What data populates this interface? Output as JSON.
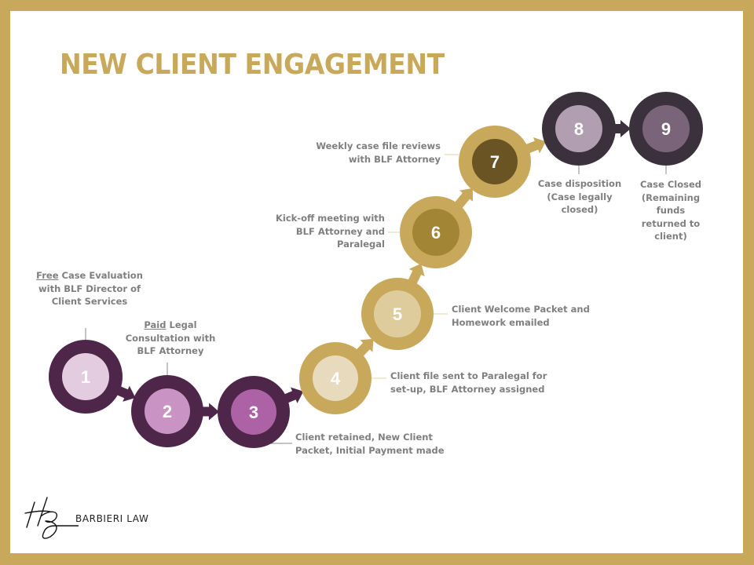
{
  "title": "NEW CLIENT ENGAGEMENT",
  "colors": {
    "frame": "#c8a85a",
    "title": "#c8a85a",
    "label_text": "#7f7f7f",
    "connector_line": "#c9c9c9"
  },
  "steps": [
    {
      "number": "1",
      "ring": "#4d2649",
      "fill": "#e3cbe0",
      "label_underline": "Free",
      "label_rest": " Case Evaluation with BLF Director of Client Services"
    },
    {
      "number": "2",
      "ring": "#4d2649",
      "fill": "#c993c3",
      "label_underline": "Paid",
      "label_rest": " Legal Consultation with BLF Attorney"
    },
    {
      "number": "3",
      "ring": "#4d2649",
      "fill": "#ad62a5",
      "label": "Client retained, New Client Packet, Initial Payment made"
    },
    {
      "number": "4",
      "ring": "#c8a85a",
      "fill": "#e8dbbd",
      "label": "Client file sent to Paralegal for set-up, BLF Attorney assigned"
    },
    {
      "number": "5",
      "ring": "#c8a85a",
      "fill": "#dfcc9c",
      "label": "Client Welcome Packet and Homework emailed"
    },
    {
      "number": "6",
      "ring": "#c8a85a",
      "fill": "#a38536",
      "label": "Kick-off meeting with BLF Attorney and Paralegal"
    },
    {
      "number": "7",
      "ring": "#c8a85a",
      "fill": "#6b5424",
      "label": "Weekly case file reviews with BLF Attorney"
    },
    {
      "number": "8",
      "ring": "#3b313d",
      "fill": "#b29eb1",
      "label": "Case disposition (Case legally closed)"
    },
    {
      "number": "9",
      "ring": "#3b313d",
      "fill": "#7a6479",
      "label": "Case Closed (Remaining funds returned to client)"
    }
  ],
  "logo": {
    "monogram": "HB",
    "text": "BARBIERI LAW"
  }
}
